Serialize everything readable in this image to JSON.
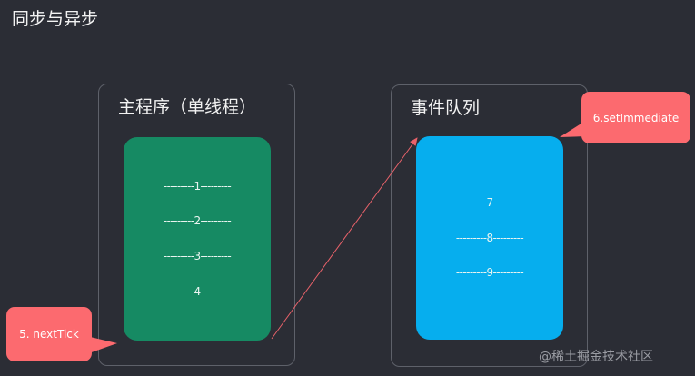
{
  "title": "同步与异步",
  "main_program": {
    "heading": "主程序（单线程）",
    "steps": [
      "---------1---------",
      "---------2---------",
      "---------3---------",
      "---------4---------"
    ]
  },
  "event_queue": {
    "heading": "事件队列",
    "steps": [
      "---------7---------",
      "---------8---------",
      "---------9---------"
    ]
  },
  "callouts": {
    "next_tick": "5. nextTick",
    "set_immediate": "6.setImmediate"
  },
  "watermark": "@稀土掘金技术社区",
  "colors": {
    "background": "#2b2d35",
    "main_card": "#168a63",
    "queue_card": "#06aeee",
    "callout": "#fc6a6f",
    "arrow": "#e8626a"
  }
}
